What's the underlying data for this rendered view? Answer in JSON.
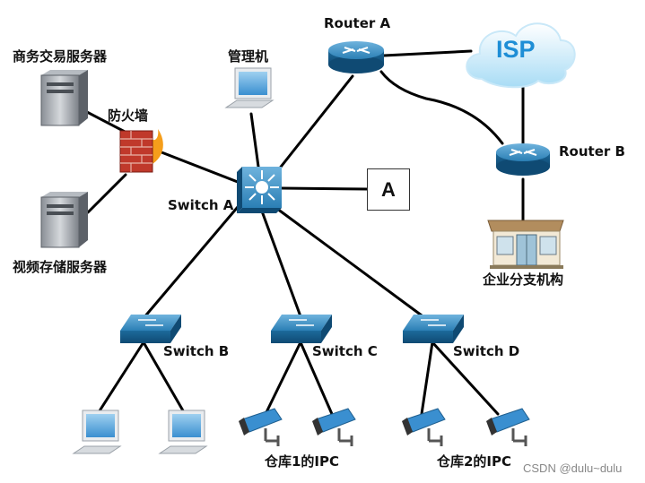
{
  "labels": {
    "router_a": "Router A",
    "router_b": "Router B",
    "isp": "ISP",
    "admin_pc": "管理机",
    "trade_server": "商务交易服务器",
    "firewall": "防火墙",
    "video_server": "视频存储服务器",
    "switch_a": "Switch A",
    "switch_b": "Switch B",
    "switch_c": "Switch C",
    "switch_d": "Switch D",
    "box_a": "A",
    "branch": "企业分支机构",
    "warehouse1": "仓库1的IPC",
    "warehouse2": "仓库2的IPC"
  },
  "watermark": "CSDN @dulu~dulu",
  "colors": {
    "line": "#000000",
    "device_blue": "#1f6e9e",
    "isp_text": "#1e8ed6",
    "firewall_red": "#c0392b"
  }
}
